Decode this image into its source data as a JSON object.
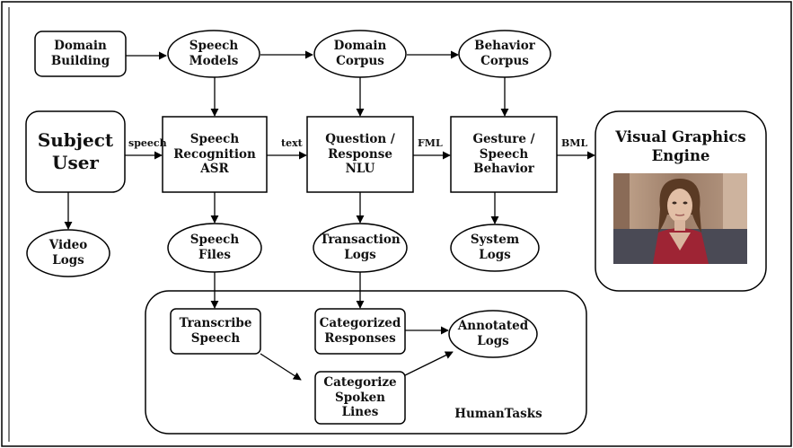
{
  "nodes": {
    "domain_building": "Domain\nBuilding",
    "speech_models": "Speech\nModels",
    "domain_corpus": "Domain\nCorpus",
    "behavior_corpus": "Behavior\nCorpus",
    "subject_user": "Subject\nUser",
    "speech_recognition": "Speech\nRecognition\nASR",
    "question_response": "Question /\nResponse\nNLU",
    "gesture_speech": "Gesture / Speech\nBehavior",
    "visual_graphics_engine": "Visual Graphics Engine",
    "video_logs": "Video\nLogs",
    "speech_files": "Speech\nFiles",
    "transaction_logs": "Transaction\nLogs",
    "system_logs": "System\nLogs",
    "transcribe_speech": "Transcribe\nSpeech",
    "categorized_responses": "Categorized\nResponses",
    "annotated_logs": "Annotated\nLogs",
    "categorize_spoken_lines": "Categorize\nSpoken\nLines",
    "human_tasks": "HumanTasks"
  },
  "edges": {
    "speech": "speech",
    "text": "text",
    "fml": "FML",
    "bml": "BML"
  },
  "colors": {
    "stroke": "#000000",
    "background": "#ffffff",
    "text": "#111111"
  }
}
